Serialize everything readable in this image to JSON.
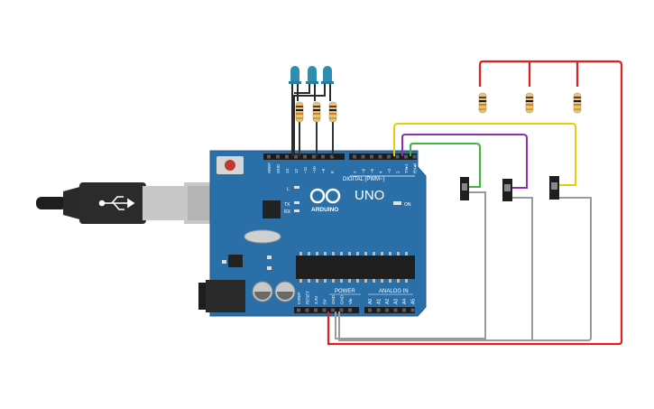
{
  "board": {
    "name": "UNO",
    "brand": "ARDUINO",
    "digital_header": "DIGITAL (PWM~)",
    "power_header": "POWER",
    "analog_header": "ANALOG IN",
    "on_label": "ON",
    "l_label": "L",
    "tx_label": "TX",
    "rx_label": "RX",
    "digital_pins": [
      "AREF",
      "GND",
      "13",
      "12",
      "~11",
      "~10",
      "~9",
      "8",
      "7",
      "~6",
      "~5",
      "4",
      "~3",
      "2",
      "TX▸1",
      "RX◂0"
    ],
    "power_pins": [
      "IOREF",
      "RESET",
      "3.3V",
      "5V",
      "GND",
      "GND",
      "Vin"
    ],
    "analog_pins": [
      "A0",
      "A1",
      "A2",
      "A3",
      "A4",
      "A5"
    ]
  },
  "components": {
    "leds": 3,
    "led_color": "#2a8fb0",
    "resistors": 6,
    "switches": 3
  },
  "wire_colors": {
    "power": "#e02020",
    "ground": "#9a9a9a",
    "led": "#2b2b2b",
    "signal_yellow": "#e6cc10",
    "signal_purple": "#8b2fb5",
    "signal_green": "#3cb83c"
  },
  "board_color": "#2b6fa8"
}
